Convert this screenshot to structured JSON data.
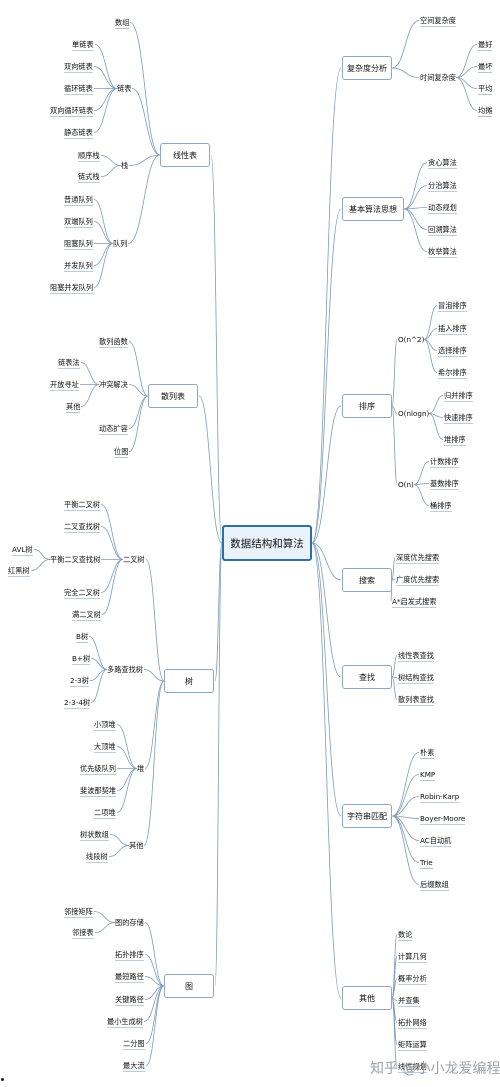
{
  "root": "数据结构和算法",
  "left": [
    {
      "name": "线性表",
      "children": [
        {
          "name": "数组"
        },
        {
          "name": "链表",
          "children": [
            {
              "name": "单链表"
            },
            {
              "name": "双向链表"
            },
            {
              "name": "循环链表"
            },
            {
              "name": "双向循环链表"
            },
            {
              "name": "静态链表"
            }
          ]
        },
        {
          "name": "栈",
          "children": [
            {
              "name": "顺序栈"
            },
            {
              "name": "链式栈"
            }
          ]
        },
        {
          "name": "队列",
          "children": [
            {
              "name": "普通队列"
            },
            {
              "name": "双端队列"
            },
            {
              "name": "阻塞队列"
            },
            {
              "name": "并发队列"
            },
            {
              "name": "阻塞并发队列"
            }
          ]
        }
      ]
    },
    {
      "name": "散列表",
      "children": [
        {
          "name": "散列函数"
        },
        {
          "name": "冲突解决",
          "children": [
            {
              "name": "链表法"
            },
            {
              "name": "开放寻址"
            },
            {
              "name": "其他"
            }
          ]
        },
        {
          "name": "动态扩容"
        },
        {
          "name": "位图"
        }
      ]
    },
    {
      "name": "树",
      "children": [
        {
          "name": "二叉树",
          "children": [
            {
              "name": "平衡二叉树"
            },
            {
              "name": "二叉查找树"
            },
            {
              "name": "平衡二叉查找树",
              "children": [
                {
                  "name": "AVL树"
                },
                {
                  "name": "红黑树"
                }
              ]
            },
            {
              "name": "完全二叉树"
            },
            {
              "name": "满二叉树"
            }
          ]
        },
        {
          "name": "多路查找树",
          "children": [
            {
              "name": "B树"
            },
            {
              "name": "B+树"
            },
            {
              "name": "2-3树"
            },
            {
              "name": "2-3-4树"
            }
          ]
        },
        {
          "name": "堆",
          "children": [
            {
              "name": "小顶堆"
            },
            {
              "name": "大顶堆"
            },
            {
              "name": "优先级队列"
            },
            {
              "name": "斐波那契堆"
            },
            {
              "name": "二项堆"
            }
          ]
        },
        {
          "name": "其他",
          "children": [
            {
              "name": "树状数组"
            },
            {
              "name": "线段树"
            }
          ]
        }
      ]
    },
    {
      "name": "图",
      "children": [
        {
          "name": "图的存储",
          "children": [
            {
              "name": "邻接矩阵"
            },
            {
              "name": "邻接表"
            }
          ]
        },
        {
          "name": "拓扑排序"
        },
        {
          "name": "最短路径"
        },
        {
          "name": "关键路径"
        },
        {
          "name": "最小生成树"
        },
        {
          "name": "二分图"
        },
        {
          "name": "最大流"
        }
      ]
    }
  ],
  "right": [
    {
      "name": "复杂度分析",
      "children": [
        {
          "name": "空间复杂度"
        },
        {
          "name": "时间复杂度",
          "children": [
            {
              "name": "最好"
            },
            {
              "name": "最坏"
            },
            {
              "name": "平均"
            },
            {
              "name": "均摊"
            }
          ]
        }
      ]
    },
    {
      "name": "基本算法思想",
      "children": [
        {
          "name": "贪心算法"
        },
        {
          "name": "分治算法"
        },
        {
          "name": "动态规划"
        },
        {
          "name": "回溯算法"
        },
        {
          "name": "枚举算法"
        }
      ]
    },
    {
      "name": "排序",
      "children": [
        {
          "name": "O(n^2)",
          "children": [
            {
              "name": "冒泡排序"
            },
            {
              "name": "插入排序"
            },
            {
              "name": "选择排序"
            },
            {
              "name": "希尔排序"
            }
          ]
        },
        {
          "name": "O(nlogn)",
          "children": [
            {
              "name": "归并排序"
            },
            {
              "name": "快速排序"
            },
            {
              "name": "堆排序"
            }
          ]
        },
        {
          "name": "O(n)",
          "children": [
            {
              "name": "计数排序"
            },
            {
              "name": "基数排序"
            },
            {
              "name": "桶排序"
            }
          ]
        }
      ]
    },
    {
      "name": "搜索",
      "children": [
        {
          "name": "深度优先搜索"
        },
        {
          "name": "广度优先搜索"
        },
        {
          "name": "A*启发式搜索"
        }
      ]
    },
    {
      "name": "查找",
      "children": [
        {
          "name": "线性表查找"
        },
        {
          "name": "树结构查找"
        },
        {
          "name": "散列表查找"
        }
      ]
    },
    {
      "name": "字符串匹配",
      "children": [
        {
          "name": "朴素"
        },
        {
          "name": "KMP"
        },
        {
          "name": "Robin-Karp"
        },
        {
          "name": "Boyer-Moore"
        },
        {
          "name": "AC自动机"
        },
        {
          "name": "Trie"
        },
        {
          "name": "后缀数组"
        }
      ]
    },
    {
      "name": "其他",
      "children": [
        {
          "name": "数论"
        },
        {
          "name": "计算几何"
        },
        {
          "name": "概率分析"
        },
        {
          "name": "并查集"
        },
        {
          "name": "拓扑网络"
        },
        {
          "name": "矩阵运算"
        },
        {
          "name": "线性规划"
        }
      ]
    }
  ],
  "watermark": "知乎 @小小龙爱编程",
  "colors": {
    "line": "#7f9bb8",
    "root_border": "#2e6fa6",
    "root_fill": "#eaf2fb",
    "node_border": "#8fa8c2"
  }
}
